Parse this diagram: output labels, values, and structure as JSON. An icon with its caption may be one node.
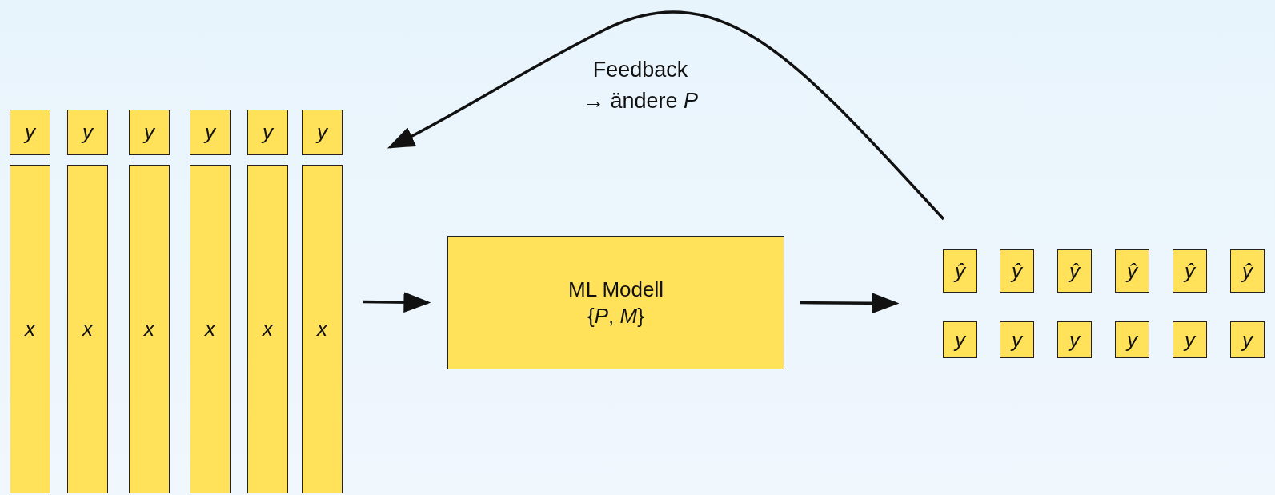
{
  "diagram": {
    "nodes": [
      {
        "text": [
          "y"
        ]
      },
      {
        "text": [
          "y"
        ]
      },
      {
        "text": [
          "y"
        ]
      },
      {
        "text": [
          "y"
        ]
      },
      {
        "text": [
          "y"
        ]
      },
      {
        "text": [
          "y"
        ]
      },
      {
        "text": [
          "x"
        ]
      },
      {
        "text": [
          "x"
        ]
      },
      {
        "text": [
          "x"
        ]
      },
      {
        "text": [
          "x"
        ]
      },
      {
        "text": [
          "x"
        ]
      },
      {
        "text": [
          "x"
        ]
      },
      {
        "text": [
          "ML Modell",
          "{*P*, *M*}"
        ]
      },
      {
        "text": [
          "ŷ"
        ]
      },
      {
        "text": [
          "ŷ"
        ]
      },
      {
        "text": [
          "ŷ"
        ]
      },
      {
        "text": [
          "ŷ"
        ]
      },
      {
        "text": [
          "ŷ"
        ]
      },
      {
        "text": [
          "ŷ"
        ]
      },
      {
        "text": [
          "y"
        ]
      },
      {
        "text": [
          "y"
        ]
      },
      {
        "text": [
          "y"
        ]
      },
      {
        "text": [
          "y"
        ]
      },
      {
        "text": [
          "y"
        ]
      },
      {
        "text": [
          "y"
        ]
      }
    ],
    "edges": [
      {
        "from": null,
        "to": 12,
        "arrow": "to"
      },
      {
        "from": 12,
        "to": null,
        "arrow": "to"
      },
      {
        "from": 13,
        "to": 5,
        "arrow": "to",
        "label": "Feedback → ändere *P*"
      }
    ]
  }
}
